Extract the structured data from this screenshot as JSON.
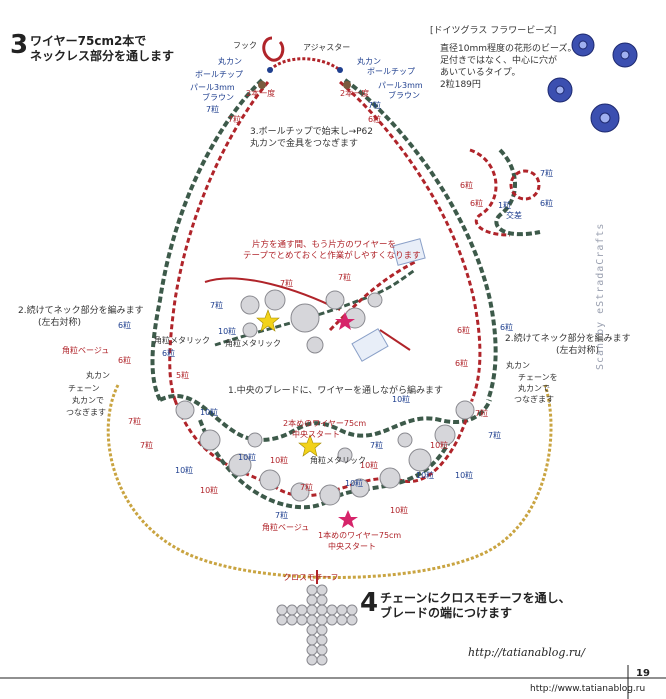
{
  "step3": {
    "number": "3",
    "title_line1": "ワイヤー75cm2本で",
    "title_line2": "ネックレス部分を通します"
  },
  "step4": {
    "number": "4",
    "title_line1": "チェーンにクロスモチーフを通し、",
    "title_line2": "ブレードの端につけます"
  },
  "material": {
    "heading": "[ドイツグラス フラワービーズ]",
    "line1": "直径10mm程度の花形のビーズ。",
    "line2": "足付きではなく、中心に穴が",
    "line3": "あいているタイプ。",
    "line4": "2粒189円",
    "bead_color": "#3b4fb0"
  },
  "labels": {
    "hook": "フック",
    "adjuster": "アジャスター",
    "maru_kan": "丸カン",
    "ball_chip": "ボールチップ",
    "pearl_brown": "パール3mm",
    "brown": "ブラウン",
    "two_one_time": "2本一度",
    "seven": "7粒",
    "six": "6粒",
    "five": "5粒",
    "ten": "10粒",
    "one": "1粒",
    "cross_exchange": "交差",
    "kaku_beige": "角粒ベージュ",
    "kaku_metallic": "角粒メタリック",
    "chain_text1": "チェーンを",
    "chain_text2": "丸カンで",
    "chain_text3": "つなぎます",
    "chain_left_1": "チェーン",
    "cross_motif": "クロスモチーフ"
  },
  "notes": {
    "ball_chip_note1": "3.ボールチップで始末し→P62",
    "ball_chip_note2": "丸カンで金具をつなぎます",
    "tape_note1": "片方を通す間、もう片方のワイヤーを",
    "tape_note2": "テープでとめておくと作業がしやすくなります",
    "continue_left1": "2.続けてネック部分を編みます",
    "continue_left2": "(左右対称)",
    "continue_right1": "2.続けてネック部分を編みます",
    "continue_right2": "(左右対称)",
    "center_note": "1.中央のブレードに、ワイヤーを通しながら編みます",
    "second_wire1": "2本めのワイヤー75cm",
    "second_wire2": "中央スタート",
    "first_wire1": "1本めのワイヤー75cm",
    "first_wire2": "中央スタート"
  },
  "footer": {
    "url": "http://tatianablog.ru/",
    "page": "19",
    "bottom_url": "http://www.tatianablog.ru",
    "watermark": "Scan by eStradaCrafts"
  },
  "colors": {
    "red_wire": "#b0242a",
    "green_wire": "#3d5a4a",
    "bead_grey": "#c8c8cc",
    "chain_gold": "#c9a441",
    "star_yellow": "#f2d21a",
    "star_pink": "#d6246a",
    "accent_blue": "#1f3f8f"
  }
}
